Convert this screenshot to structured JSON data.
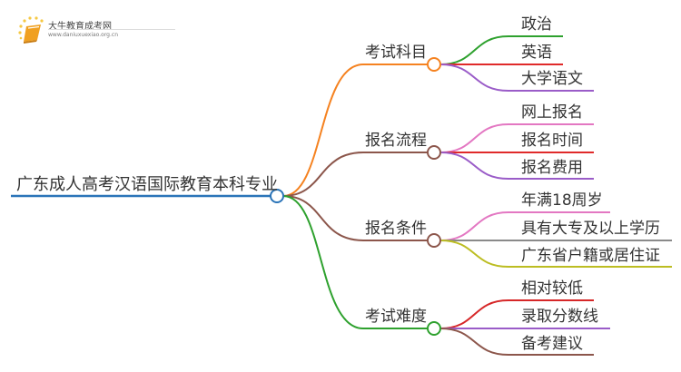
{
  "logo": {
    "title": "大牛教育成考网",
    "url": "www.daniuxuexiao.org.cn",
    "icon": "book-sun-icon",
    "colors": {
      "book": "#f0a020",
      "dots": "#f5c842"
    }
  },
  "root": {
    "label": "广东成人高考汉语国际教育本科专业",
    "color": "#2a74b8"
  },
  "branches": [
    {
      "label": "考试科目",
      "color": "#f58220",
      "children": [
        {
          "label": "政治",
          "color": "#2ea12e"
        },
        {
          "label": "英语",
          "color": "#e02a2a"
        },
        {
          "label": "大学语文",
          "color": "#9a5cc8"
        }
      ]
    },
    {
      "label": "报名流程",
      "color": "#8c564b",
      "children": [
        {
          "label": "网上报名",
          "color": "#e377c2"
        },
        {
          "label": "报名时间",
          "color": "#e02a2a"
        },
        {
          "label": "报名费用",
          "color": "#9a5cc8"
        }
      ]
    },
    {
      "label": "报名条件",
      "color": "#8c564b",
      "children": [
        {
          "label": "年满18周岁",
          "color": "#e377c2"
        },
        {
          "label": "具有大专及以上学历",
          "color": "#8a8a8a"
        },
        {
          "label": "广东省户籍或居住证",
          "color": "#bcbd22"
        }
      ]
    },
    {
      "label": "考试难度",
      "color": "#2ea12e",
      "children": [
        {
          "label": "相对较低",
          "color": "#d62728"
        },
        {
          "label": "录取分数线",
          "color": "#9a5cc8"
        },
        {
          "label": "备考建议",
          "color": "#8c564b"
        }
      ]
    }
  ]
}
